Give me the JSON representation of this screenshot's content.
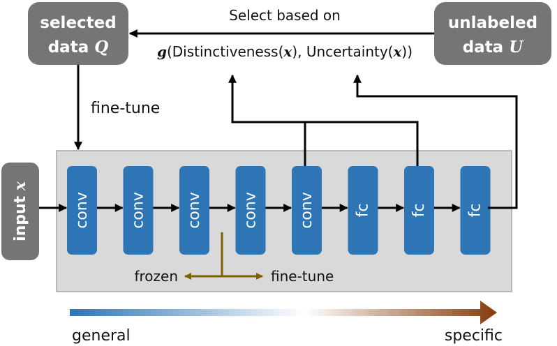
{
  "diagram": {
    "selected_box": {
      "line1": "selected",
      "line2_prefix": "data ",
      "var": "Q"
    },
    "unlabeled_box": {
      "line1": "unlabeled",
      "line2_prefix": "data ",
      "var": "U"
    },
    "select_caption": "Select based on",
    "criterion": {
      "func": "g",
      "open": "(Distinctiveness(",
      "var1": "x",
      "mid": "), Uncertainty(",
      "var2": "x",
      "close": "))"
    },
    "finetune_top": "fine-tune",
    "input": {
      "prefix": "input ",
      "var": "x"
    },
    "layers": [
      "conv",
      "conv",
      "conv",
      "conv",
      "conv",
      "fc",
      "fc",
      "fc"
    ],
    "frozen_label": "frozen",
    "finetune_bottom": "fine-tune",
    "gradient": {
      "left_label": "general",
      "right_label": "specific"
    },
    "colors": {
      "box_gray": "#757575",
      "panel_fill": "#d9d9d9",
      "panel_border": "#a6a6a6",
      "layer_blue": "#2e75b6",
      "split_arrow": "#7f6000",
      "gradient_left": "#2e75b6",
      "gradient_right": "#843c0c"
    }
  }
}
